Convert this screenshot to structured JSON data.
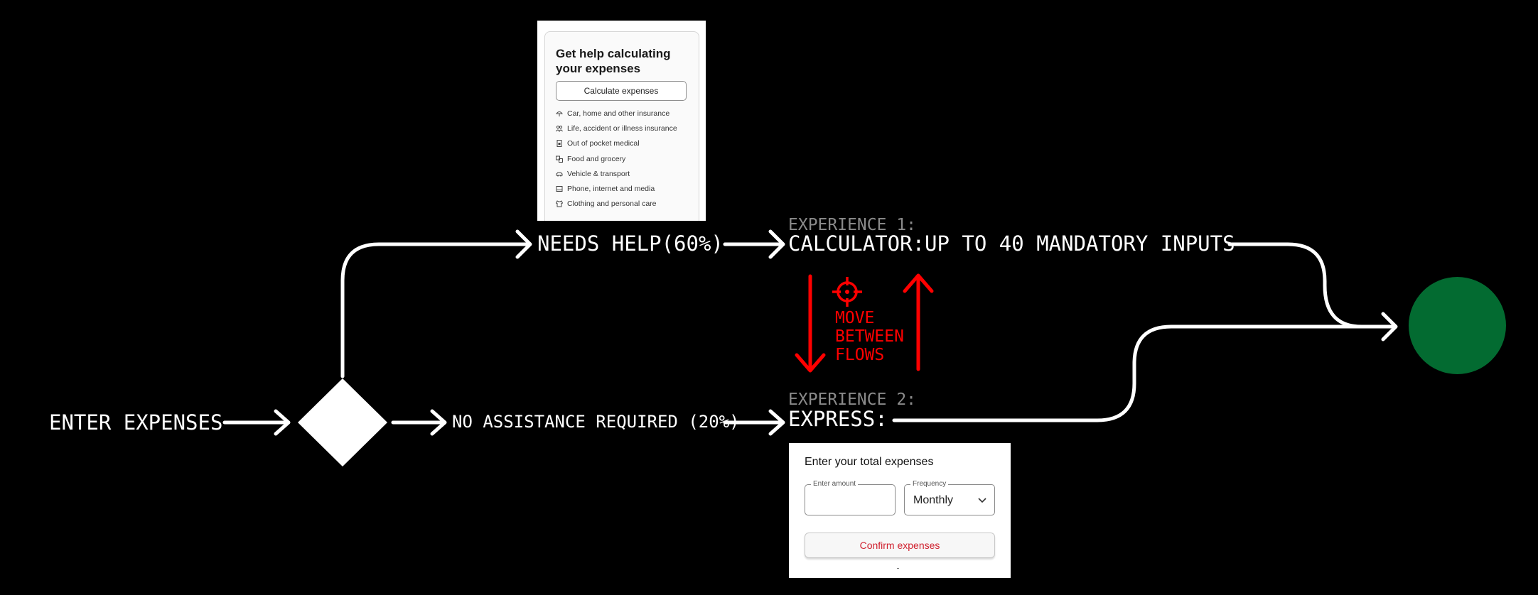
{
  "colors": {
    "background": "#000000",
    "flow_line": "#ffffff",
    "move_arrows": "#ff0000",
    "end_node": "#036b31",
    "experience_caption": "#8a8a8a",
    "confirm_text": "#d0202e"
  },
  "start_label": "ENTER EXPENSES",
  "decision_icon": "diamond-icon",
  "branches": {
    "upper": "NEEDS HELP(60%)",
    "lower": "NO ASSISTANCE REQUIRED (20%)"
  },
  "experience1": {
    "caption": "EXPERIENCE 1:",
    "title": "CALCULATOR:UP TO 40 MANDATORY INPUTS"
  },
  "experience2": {
    "caption": "EXPERIENCE 2:",
    "title": "EXPRESS:"
  },
  "move_note": {
    "icon": "crosshair-icon",
    "text": "MOVE\nBETWEEN\nFLOWS"
  },
  "help_card": {
    "title": "Get help calculating your expenses",
    "button": "Calculate expenses",
    "categories": [
      {
        "icon": "umbrella-icon",
        "label": "Car, home and other insurance"
      },
      {
        "icon": "people-icon",
        "label": "Life, accident or illness insurance"
      },
      {
        "icon": "medical-icon",
        "label": "Out of pocket medical"
      },
      {
        "icon": "grocery-icon",
        "label": "Food and grocery"
      },
      {
        "icon": "car-icon",
        "label": "Vehicle & transport"
      },
      {
        "icon": "phone-icon",
        "label": "Phone, internet and media"
      },
      {
        "icon": "clothing-icon",
        "label": "Clothing and personal care"
      }
    ]
  },
  "express_card": {
    "title": "Enter your total expenses",
    "amount_label": "Enter amount",
    "amount_value": "",
    "frequency_label": "Frequency",
    "frequency_value": "Monthly",
    "confirm_button": "Confirm expenses"
  },
  "end_node_icon": "end-circle-icon"
}
